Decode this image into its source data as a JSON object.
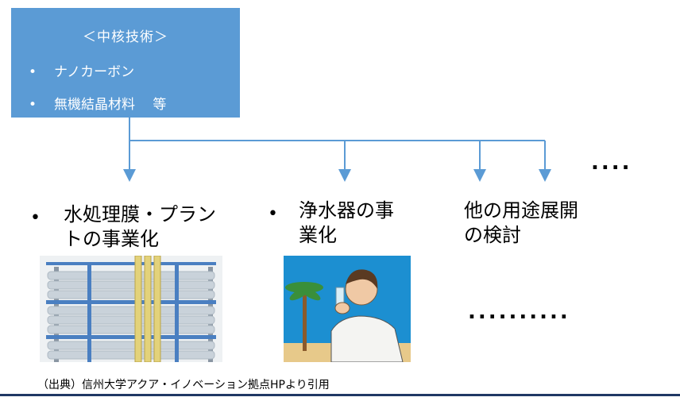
{
  "core": {
    "title": "＜中核技術＞",
    "items": [
      {
        "bullet": "•",
        "label": "ナノカーボン"
      },
      {
        "bullet": "•",
        "label": "無機結晶材料　 等"
      }
    ]
  },
  "applications": [
    {
      "bullet": "•",
      "line1": "水処理膜・プラン",
      "line2": "トの事業化"
    },
    {
      "bullet": "•",
      "line1": "浄水器の事",
      "line2": "業化"
    },
    {
      "bullet": "",
      "line1": "他の用途展開",
      "line2": "の検討"
    }
  ],
  "ellipsis_top": "....",
  "ellipsis_bottom": "..........",
  "source_caption": "（出典）信州大学アクア・イノベーション拠点HPより引用",
  "colors": {
    "core_box": "#5b9bd5",
    "connector": "#5b9bd5",
    "bottom_rule": "#1f3864"
  }
}
